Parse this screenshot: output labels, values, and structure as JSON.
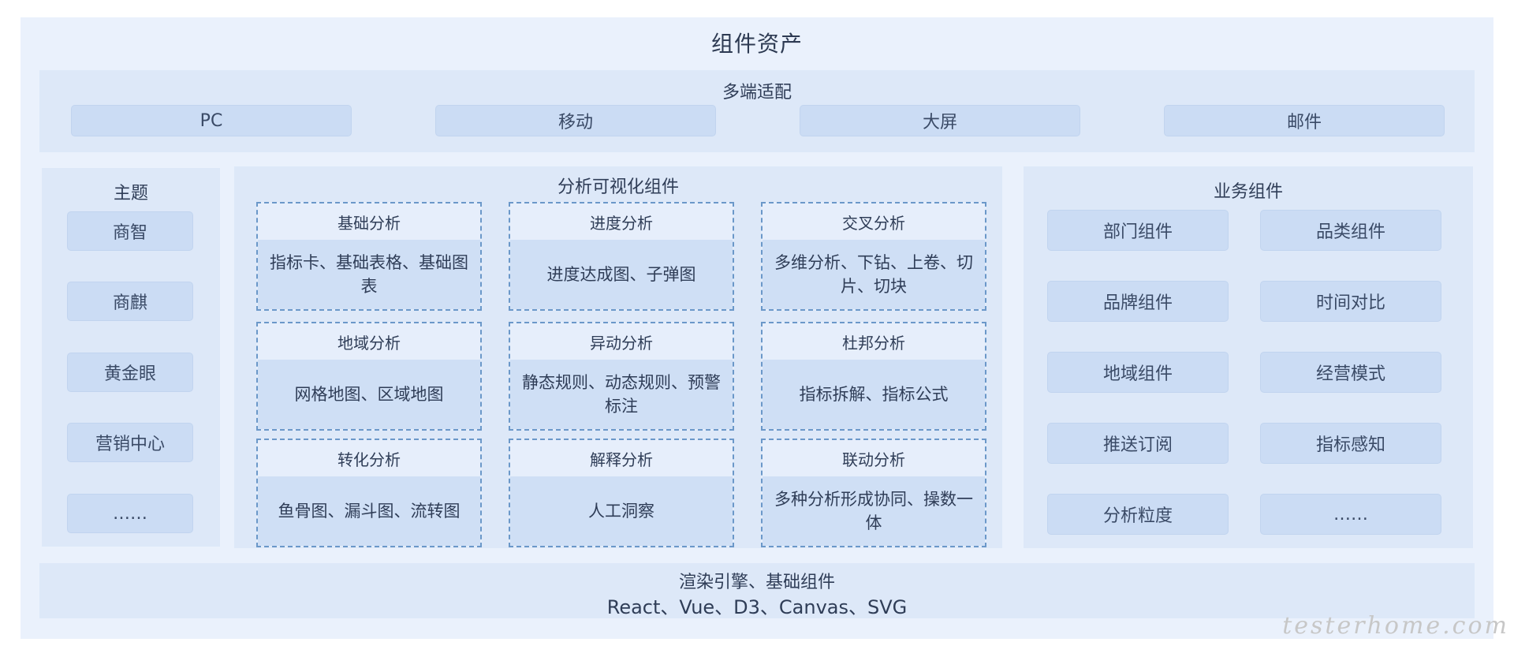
{
  "title": "组件资产",
  "multi_end": {
    "title": "多端适配",
    "items": [
      "PC",
      "移动",
      "大屏",
      "邮件"
    ]
  },
  "theme": {
    "title": "主题",
    "items": [
      "商智",
      "商麒",
      "黄金眼",
      "营销中心",
      "……"
    ]
  },
  "analysis": {
    "title": "分析可视化组件",
    "cards": [
      {
        "head": "基础分析",
        "body": "指标卡、基础表格、基础图表"
      },
      {
        "head": "进度分析",
        "body": "进度达成图、子弹图"
      },
      {
        "head": "交叉分析",
        "body": "多维分析、下钻、上卷、切片、切块"
      },
      {
        "head": "地域分析",
        "body": "网格地图、区域地图"
      },
      {
        "head": "异动分析",
        "body": "静态规则、动态规则、预警标注"
      },
      {
        "head": "杜邦分析",
        "body": "指标拆解、指标公式"
      },
      {
        "head": "转化分析",
        "body": "鱼骨图、漏斗图、流转图"
      },
      {
        "head": "解释分析",
        "body": "人工洞察"
      },
      {
        "head": "联动分析",
        "body": "多种分析形成协同、操数一体"
      }
    ]
  },
  "business": {
    "title": "业务组件",
    "items": [
      "部门组件",
      "品类组件",
      "品牌组件",
      "时间对比",
      "地域组件",
      "经营模式",
      "推送订阅",
      "指标感知",
      "分析粒度",
      "……"
    ]
  },
  "engine": {
    "line1": "渲染引擎、基础组件",
    "line2": "React、Vue、D3、Canvas、SVG"
  },
  "watermark": "testerhome.com"
}
